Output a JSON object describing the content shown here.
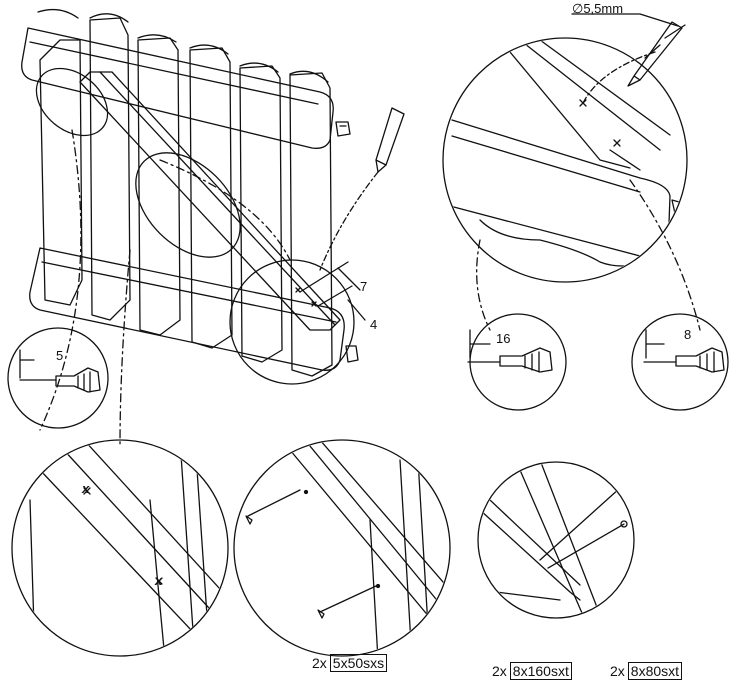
{
  "drill_diameter": "∅5,5mm",
  "dimensions": {
    "d7": "7",
    "d4": "4",
    "d16": "16",
    "d8": "8",
    "d5": "5"
  },
  "marks": {
    "cross": "x"
  },
  "parts": [
    {
      "qty": "2x",
      "code": "5x50sxs"
    },
    {
      "qty": "2x",
      "code": "8x160sxt"
    },
    {
      "qty": "2x",
      "code": "8x80sxt"
    }
  ]
}
